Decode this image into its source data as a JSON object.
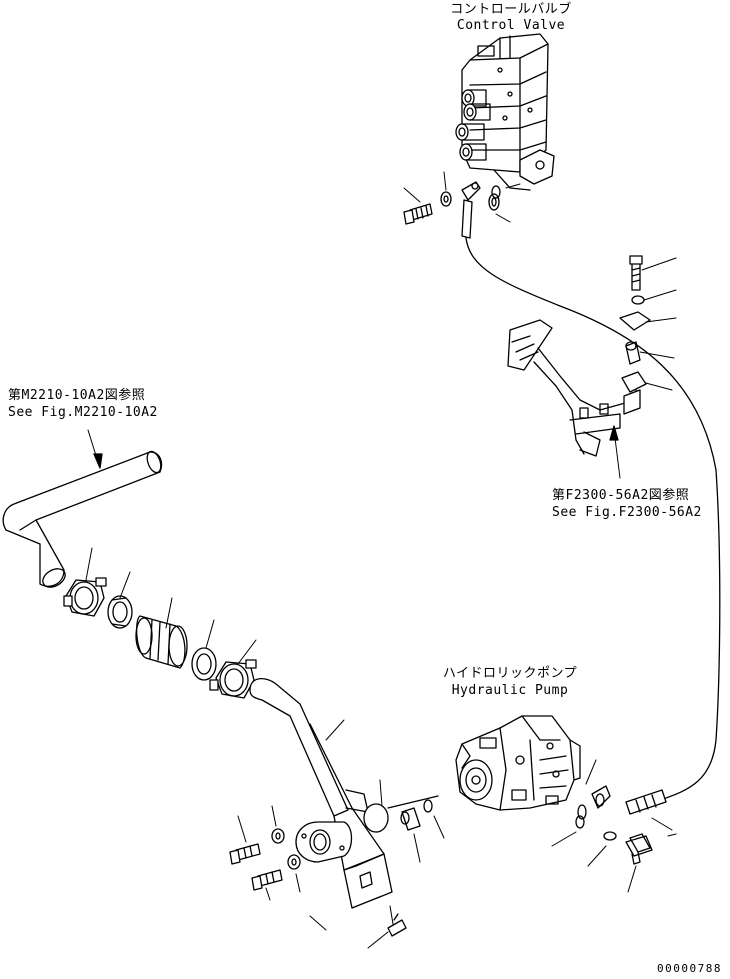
{
  "labels": {
    "control_valve_jp": "コントロールバルブ",
    "control_valve_en": "Control Valve",
    "ref_m2210_jp": "第M2210-10A2図参照",
    "ref_m2210_en": "See Fig.M2210-10A2",
    "ref_f2300_jp": "第F2300-56A2図参照",
    "ref_f2300_en": "See Fig.F2300-56A2",
    "hydraulic_pump_jp": "ハイドロリックポンプ",
    "hydraulic_pump_en": "Hydraulic Pump",
    "doc_number": "00000788"
  }
}
